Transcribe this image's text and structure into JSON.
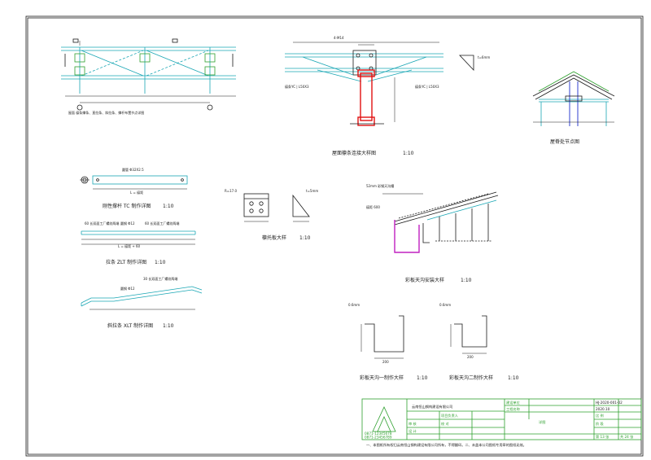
{
  "titles": {
    "roof_side": "屋面 檩条撑条、直拉条、斜拉条、撑杆布置节点详图",
    "purlin_joint": "屋面檩条连接大样图",
    "purlin_joint_scale": "1:10",
    "ridge": "屋脊处节点图",
    "tc": "刚性撑杆 TC 制作详图",
    "tc_scale": "1:10",
    "zlt": "拉条 ZLT 制作详图",
    "zlt_scale": "1:10",
    "xlt": "斜拉条 XLT 制作详图",
    "xlt_scale": "1:10",
    "bracket": "檩托板大样",
    "bracket_scale": "1:10",
    "gutter_install": "彩板天沟安装大样",
    "gutter_install_scale": "1:10",
    "gutter1": "彩板天沟一制作大样",
    "gutter1_scale": "1:10",
    "gutter2": "彩板天沟二制作大样",
    "gutter2_scale": "1:10"
  },
  "notes": {
    "purlin_left": "檩条YC | L50X3",
    "purlin_right": "檩条YC | L50X3",
    "bolt_note": "4-M14",
    "thk": "t=6mm",
    "tc_pipe": "圆管 Φ32X2.5",
    "tc_len": "L = 檩距",
    "zlt_thread_l": "60 长双面工厂螺纹两端",
    "zlt_rod": "圆钢 Φ12",
    "zlt_thread_r": "60 长双面工厂螺纹两端",
    "zlt_len": "L = 檩距 + 60",
    "xlt_thread": "30 长双面工厂螺纹两端",
    "xlt_rod": "圆钢 Φ12",
    "bracket_t": "t=5mm",
    "gutter_top": "52mm 彩钢天沟槽",
    "gutter_side": "檩距 600",
    "gutter1_thk": "0.6mm",
    "gutter2_thk": "0.6mm",
    "gutter_w": "200"
  },
  "title_block": {
    "company": "云南恒山钢构建设有限公司",
    "row_labels": [
      "建设单位",
      "工程名称",
      "项目负责人",
      "审  核",
      "校  对",
      "设  计"
    ],
    "drawing_no": "HJ-2020-001-02",
    "date": "2020.10",
    "scale_lbl": "比  例",
    "stage_lbl": "阶  段",
    "sheet_lbl": "第 13 张",
    "total_lbl": "共 24 张",
    "content": "详图",
    "phone1": "0871-12345678",
    "phone2": "0871-23456789"
  },
  "footer": "一、本图纸所有权归云南恒山钢构建设有限公司所有，不得翻印。二、未盖本公司图纸专用章的图纸无效。"
}
